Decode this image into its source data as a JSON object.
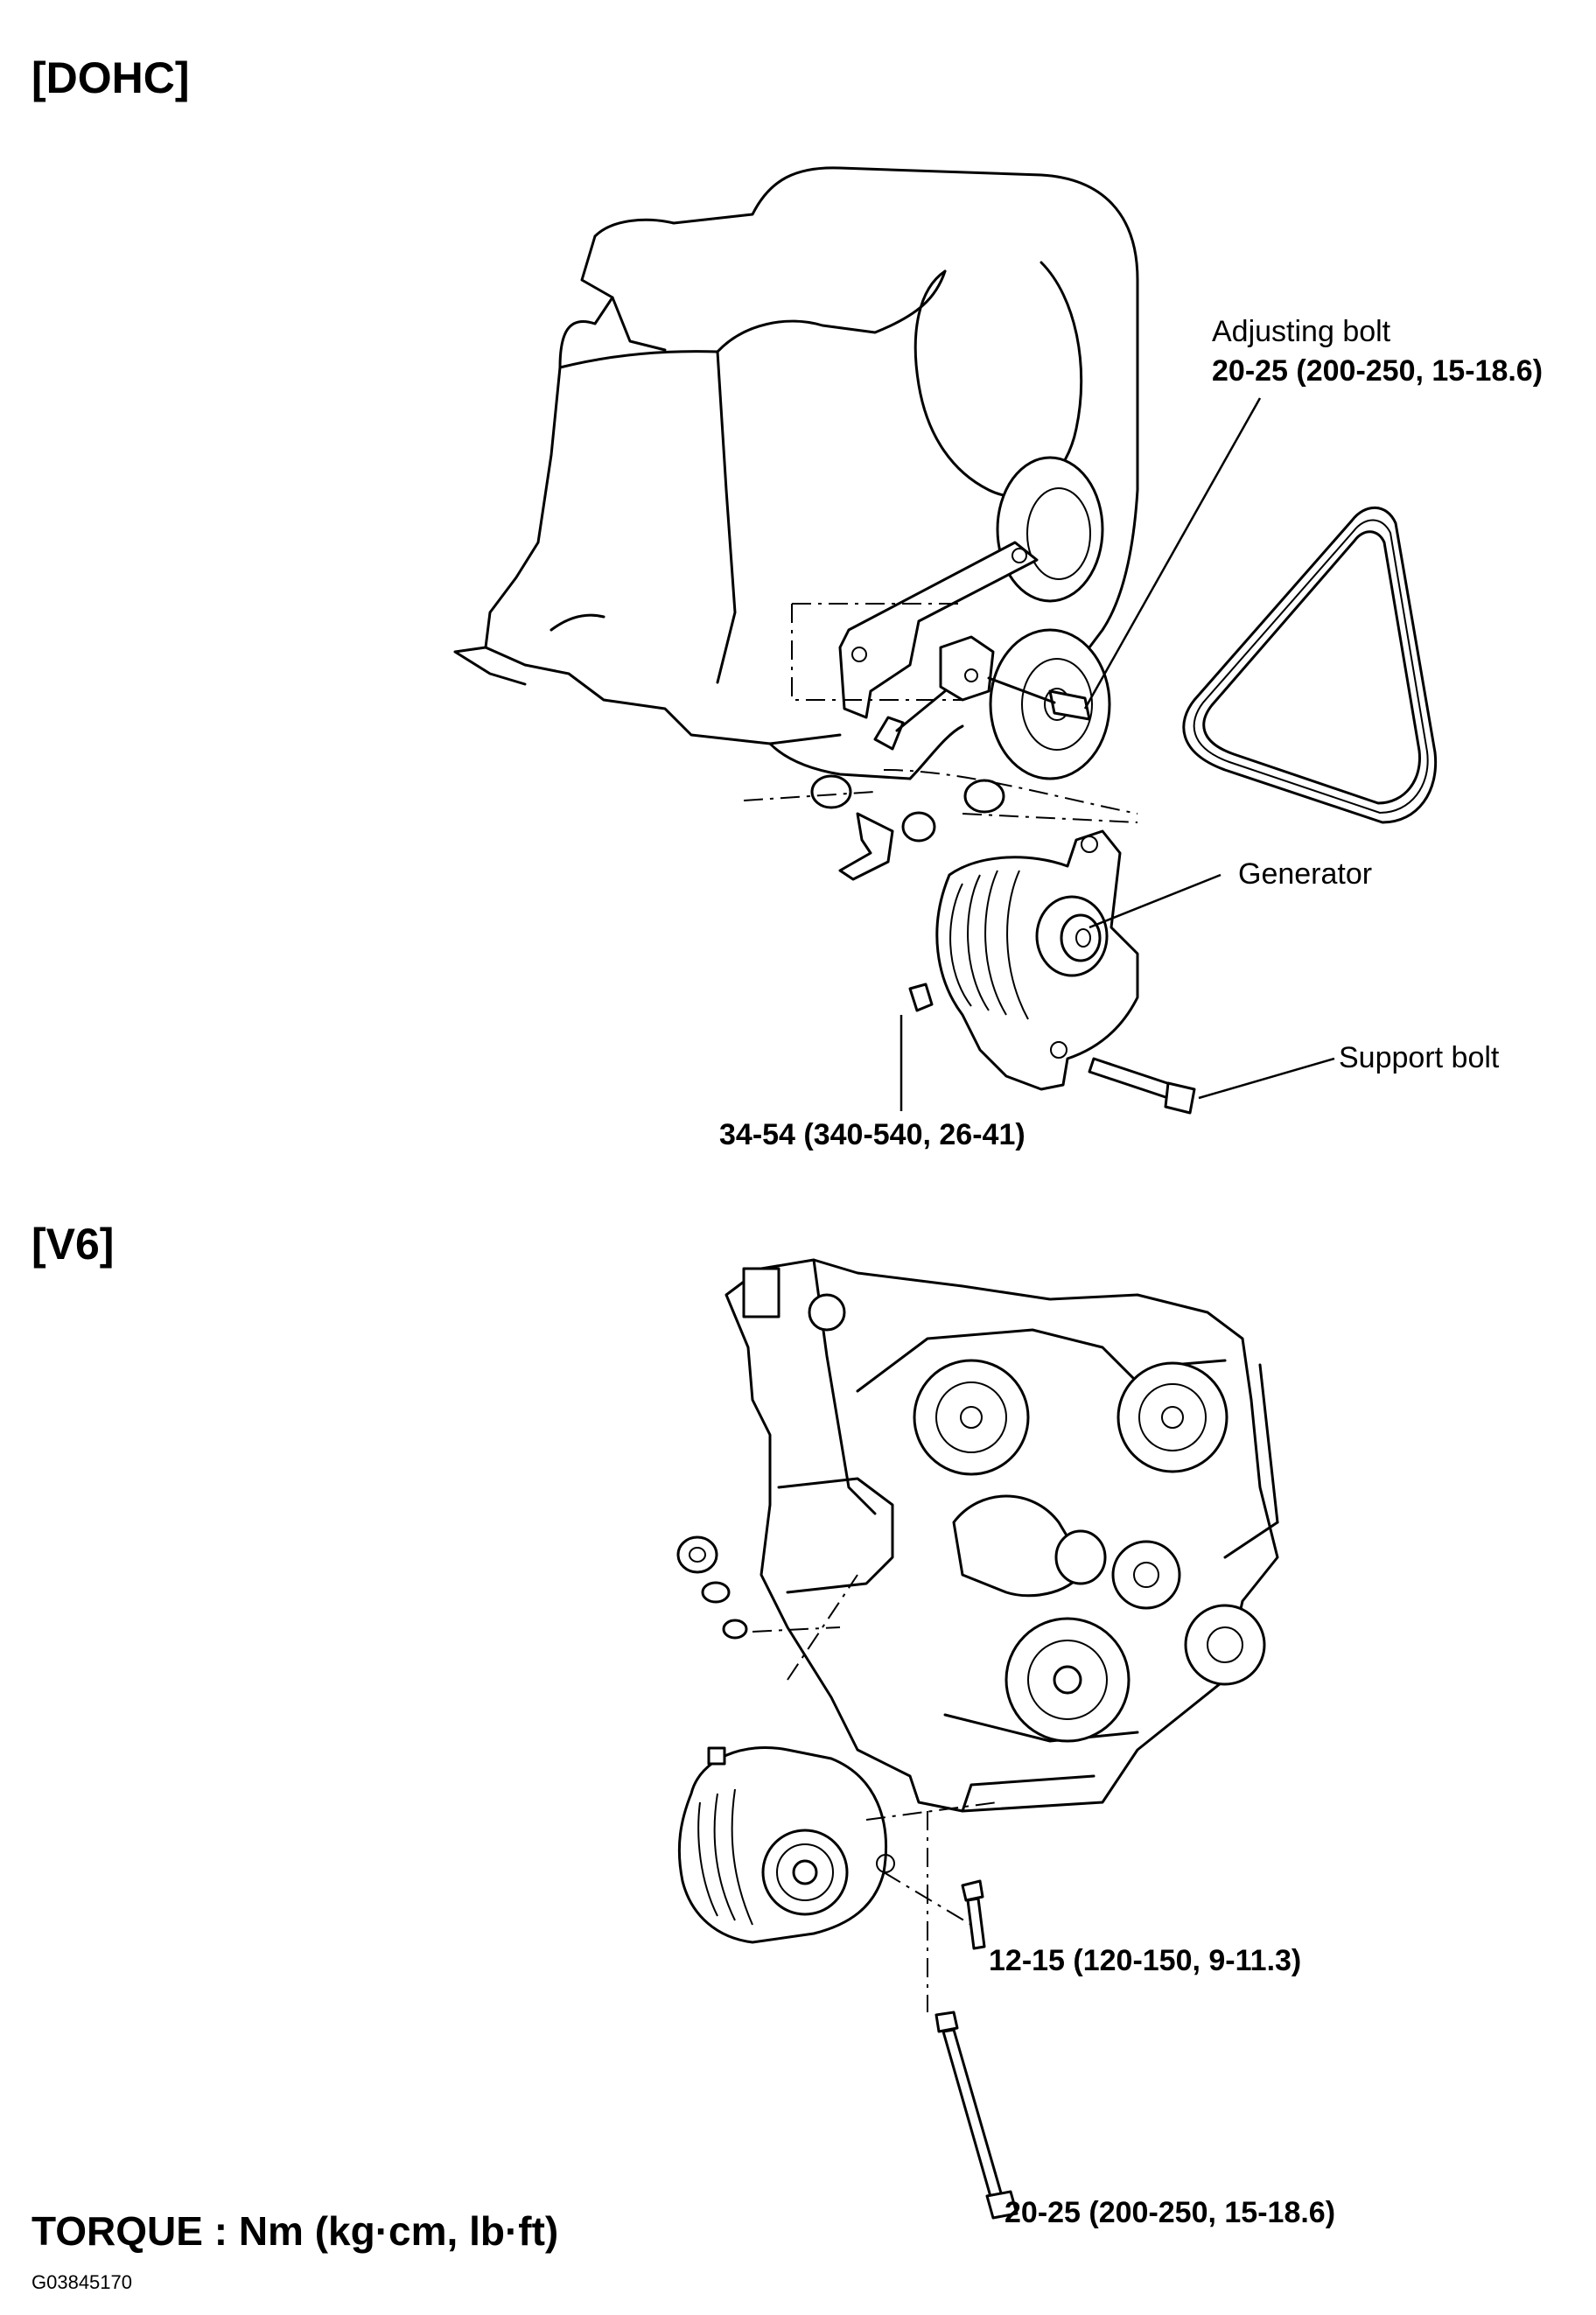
{
  "sections": {
    "dohc": "[DOHC]",
    "v6": "[V6]"
  },
  "dohc": {
    "adjusting_bolt": {
      "name": "Adjusting bolt",
      "torque": "20-25 (200-250, 15-18.6)"
    },
    "generator": "Generator",
    "support_bolt": "Support bolt",
    "nut_torque": "34-54 (340-540, 26-41)"
  },
  "v6": {
    "small_bolt_torque": "12-15 (120-150, 9-11.3)",
    "long_bolt_torque": "20-25 (200-250, 15-18.6)"
  },
  "footer": {
    "torque_units": "TORQUE : Nm (kg·cm, lb·ft)",
    "figure_code": "G03845170"
  }
}
